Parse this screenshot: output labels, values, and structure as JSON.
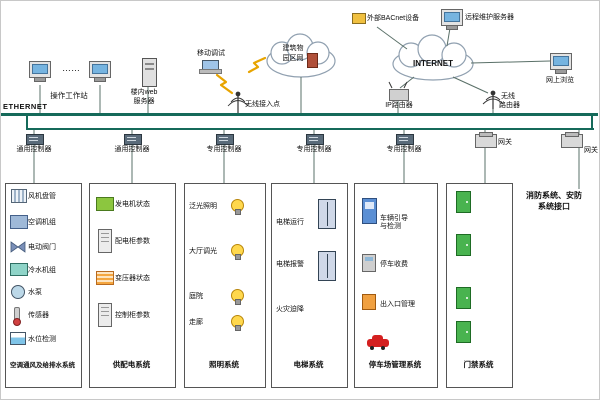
{
  "colors": {
    "bus": "#156a5a"
  },
  "top": {
    "ethernet": "ETHERNET",
    "external_bacnet": "外部BACnet设备",
    "remote_server": "远程维护服务器",
    "internet": "INTERNET",
    "web_browse": "网上浏览",
    "wireless_router_line1": "无线",
    "wireless_router_line2": "路由器",
    "ip_router": "IP路由器",
    "building_cloud_line1": "建筑物",
    "building_cloud_line2": "园区网",
    "mobile_debug": "移动调试",
    "wireless_ap": "无线接入点",
    "operator_workstation": "操作工作站",
    "operator_dots": "……",
    "web_server_line1": "楼内web",
    "web_server_line2": "服务器"
  },
  "controllers": [
    {
      "label": "通用控制器"
    },
    {
      "label": "通用控制器"
    },
    {
      "label": "专用控制器"
    },
    {
      "label": "专用控制器"
    },
    {
      "label": "专用控制器"
    },
    {
      "label": "网关"
    },
    {
      "label": "网关"
    }
  ],
  "fire_security": {
    "line1": "消防系统、安防",
    "line2": "系统接口"
  },
  "subsystems": [
    {
      "name": "空调通风及给排水系统",
      "items": [
        "风机盘管",
        "空调机组",
        "电动阀门",
        "冷水机组",
        "水泵",
        "传感器",
        "水位检测"
      ]
    },
    {
      "name": "供配电系统",
      "items": [
        "发电机状态",
        "配电柜参数",
        "变压器状态",
        "控制柜参数"
      ]
    },
    {
      "name": "照明系统",
      "items": [
        "泛光照明",
        "大厅调光",
        "庭院",
        "走廊"
      ]
    },
    {
      "name": "电梯系统",
      "items": [
        "电梯运行",
        "电梯报警",
        "火灾迫降"
      ]
    },
    {
      "name": "停车场管理系统",
      "items": [
        "车辆引导与检测",
        "停车收费",
        "出入口管理"
      ]
    },
    {
      "name": "门禁系统",
      "items": []
    }
  ]
}
